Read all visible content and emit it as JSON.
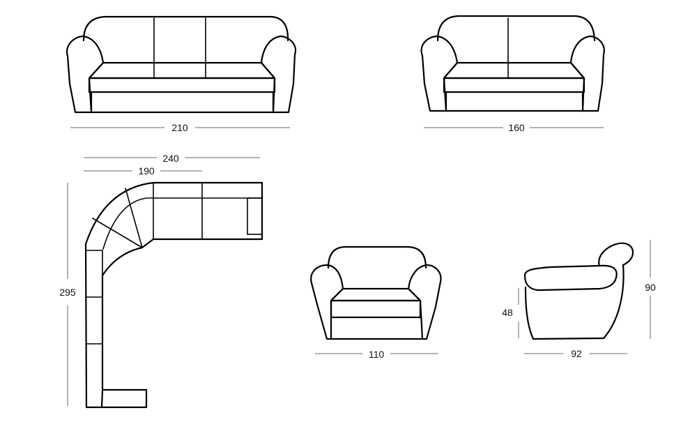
{
  "dimensions": {
    "sofa_three_seat_width": "210",
    "sofa_two_seat_width": "160",
    "corner_sofa_total_width": "240",
    "corner_sofa_seat_width": "190",
    "corner_sofa_depth": "295",
    "armchair_width": "110",
    "armchair_seat_height": "48",
    "armchair_depth": "92",
    "armchair_total_height": "90"
  }
}
